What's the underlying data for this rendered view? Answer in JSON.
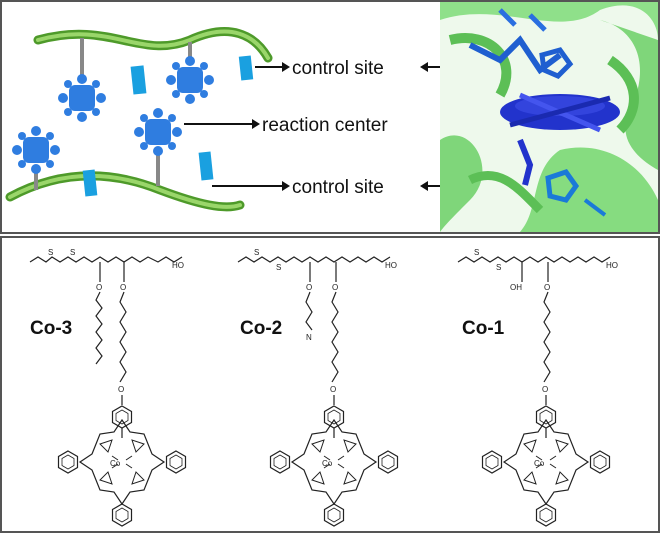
{
  "top_panel": {
    "labels": {
      "control_site_top": "control site",
      "reaction_center": "reaction center",
      "control_site_bottom": "control site"
    }
  },
  "bottom_panel": {
    "compounds": [
      {
        "id": "Co-3",
        "label": "Co-3"
      },
      {
        "id": "Co-2",
        "label": "Co-2"
      },
      {
        "id": "Co-1",
        "label": "Co-1"
      }
    ],
    "atom_labels": {
      "ho": "HO",
      "o": "O",
      "s": "S",
      "n": "N",
      "co": "Co",
      "oh": "OH"
    }
  },
  "colors": {
    "backbone_green": "#6fbf3f",
    "porphyrin_blue": "#2f7de0",
    "control_blue": "#1aa0e0",
    "protein_green": "#7fd67a",
    "heme_blue": "#2233cc",
    "border": "#555555"
  }
}
